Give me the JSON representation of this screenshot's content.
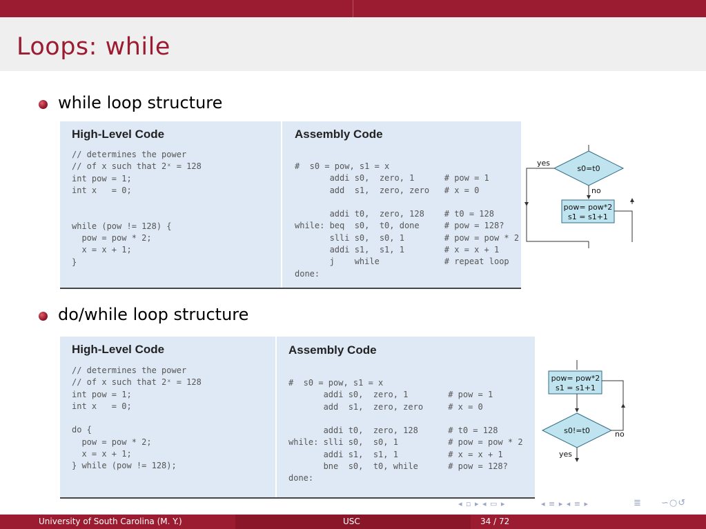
{
  "slide": {
    "title": "Loops: while",
    "bullets": [
      "while loop structure",
      "do/while loop structure"
    ]
  },
  "while_block": {
    "hl_title": "High-Level Code",
    "asm_title": "Assembly Code",
    "hl_code": "// determines the power\n// of x such that 2ˣ = 128\nint pow = 1;\nint x   = 0;\n\n\nwhile (pow != 128) {\n  pow = pow * 2;\n  x = x + 1;\n}",
    "asm_code": "#  s0 = pow, s1 = x\n       addi s0,  zero, 1      # pow = 1\n       add  s1,  zero, zero   # x = 0\n\n       addi t0,  zero, 128    # t0 = 128\nwhile: beq  s0,  t0, done     # pow = 128?\n       slli s0,  s0, 1        # pow = pow * 2\n       addi s1,  s1, 1        # x = x + 1\n       j    while             # repeat loop\ndone:",
    "flow": {
      "yes": "yes",
      "no": "no",
      "cond": "s0=t0",
      "body1": "pow= pow*2",
      "body2": "s1 = s1+1"
    }
  },
  "dowhile_block": {
    "hl_title": "High-Level Code",
    "asm_title": "Assembly Code",
    "hl_code": "// determines the power\n// of x such that 2ˣ = 128\nint pow = 1;\nint x   = 0;\n\ndo {\n  pow = pow * 2;\n  x = x + 1;\n} while (pow != 128);",
    "asm_code": "#  s0 = pow, s1 = x\n       addi s0,  zero, 1        # pow = 1\n       add  s1,  zero, zero     # x = 0\n\n       addi t0,  zero, 128      # t0 = 128\nwhile: slli s0,  s0, 1          # pow = pow * 2\n       addi s1,  s1, 1          # x = x + 1\n       bne  s0,  t0, while      # pow = 128?\ndone:",
    "flow": {
      "yes": "yes",
      "no": "no",
      "cond": "s0!=t0",
      "body1": "pow= pow*2",
      "body2": "s1 = s1+1"
    }
  },
  "footer": {
    "left": "University of South Carolina  (M. Y.)",
    "center": "USC",
    "page": "34 / 72"
  },
  "colors": {
    "accent": "#9b1b30",
    "code_bg": "#dfe9f5",
    "flow_fill": "#bfe3ef",
    "flow_stroke": "#2f6b86"
  }
}
